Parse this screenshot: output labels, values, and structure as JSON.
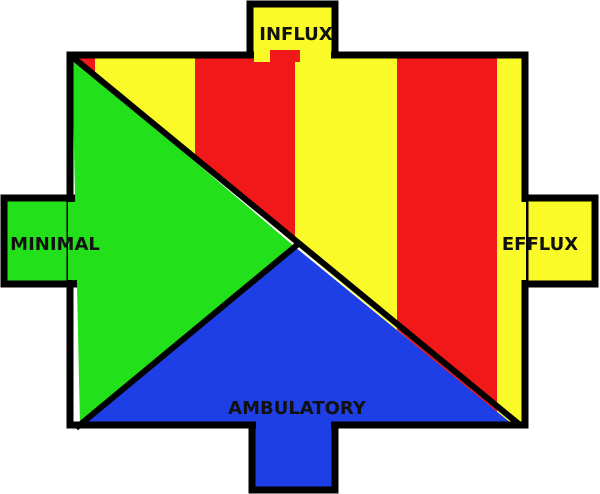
{
  "labels": {
    "top": "INFLUX",
    "left": "MINIMAL",
    "right": "EFFLUX",
    "bottom": "AMBULATORY"
  },
  "colors": {
    "red": "#f01818",
    "yellow": "#fafa28",
    "green": "#22e01a",
    "blue": "#1f3fe6",
    "outline": "#000000",
    "background": "#ffffff"
  }
}
